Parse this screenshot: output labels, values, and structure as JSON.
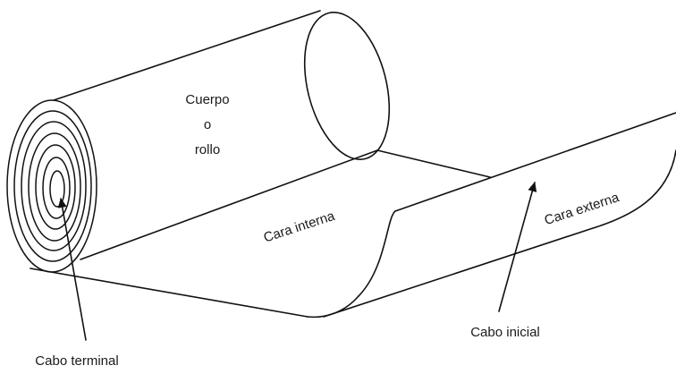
{
  "diagram": {
    "labels": {
      "body_line1": "Cuerpo",
      "body_line2": "o",
      "body_line3": "rollo",
      "inner_face": "Cara interna",
      "outer_face": "Cara externa",
      "start_end": "Cabo inicial",
      "terminal_end": "Cabo terminal"
    },
    "colors": {
      "stroke": "#111111",
      "background": "#ffffff",
      "text": "#1a1a1a"
    }
  }
}
